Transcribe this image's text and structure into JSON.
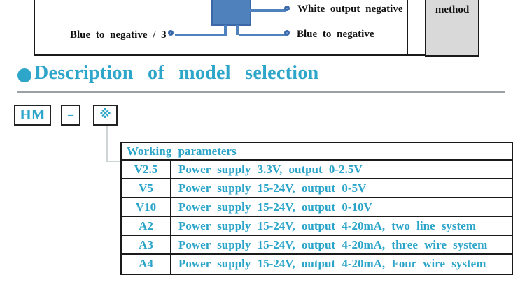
{
  "diagram": {
    "sensor_box": {
      "fill": "#4f81bd",
      "border": "#3a68a8"
    },
    "labels": {
      "white_output_negative": "White output negative",
      "blue_to_negative_left": "Blue to negative / 3",
      "blue_to_negative_right": "Blue to negative",
      "method": "method"
    },
    "line_color": "#4f81bd",
    "method_box_fill": "#d9d9d9"
  },
  "heading": {
    "title": "Description of model selection",
    "accent_color": "#2ea6c9"
  },
  "model_code": {
    "prefix": "HM",
    "separator": "–",
    "wildcard": "※"
  },
  "table": {
    "header": "Working parameters",
    "text_color": "#2aa4c8",
    "rows": [
      {
        "code": "V2.5",
        "description": "Power supply 3.3V, output 0-2.5V"
      },
      {
        "code": "V5",
        "description": "Power supply 15-24V, output 0-5V"
      },
      {
        "code": "V10",
        "description": "Power supply 15-24V, output 0-10V"
      },
      {
        "code": "A2",
        "description": "Power supply 15-24V, output 4-20mA, two line system"
      },
      {
        "code": "A3",
        "description": "Power supply 15-24V, output 4-20mA, three wire system"
      },
      {
        "code": "A4",
        "description": "Power supply 15-24V, output 4-20mA, Four wire system"
      }
    ]
  }
}
